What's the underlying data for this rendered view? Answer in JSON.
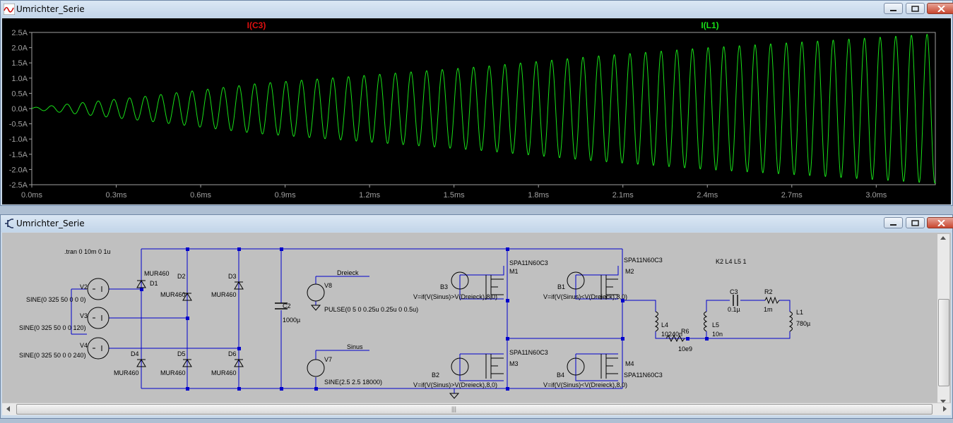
{
  "waveform_window": {
    "title": "Umrichter_Serie",
    "trace_labels": [
      {
        "text": "I(C3)",
        "color": "#e01010"
      },
      {
        "text": "I(L1)",
        "color": "#18e018"
      }
    ],
    "y_ticks": [
      "2.5A",
      "2.0A",
      "1.5A",
      "1.0A",
      "0.5A",
      "0.0A",
      "-0.5A",
      "-1.0A",
      "-1.5A",
      "-2.0A",
      "-2.5A"
    ],
    "x_ticks": [
      "0.0ms",
      "0.3ms",
      "0.6ms",
      "0.9ms",
      "1.2ms",
      "1.5ms",
      "1.8ms",
      "2.1ms",
      "2.4ms",
      "2.7ms",
      "3.0ms"
    ]
  },
  "schematic_window": {
    "title": "Umrichter_Serie",
    "directive_tran": ".tran 0 10m 0 1u",
    "directive_k": "K2 L4 L5 1",
    "labels": {
      "V2": "V2",
      "V2_val": "SINE(0 325 50 0 0 0)",
      "V3": "V3",
      "V3_val": "SINE(0 325 50 0 0 120)",
      "V4": "V4",
      "V4_val": "SINE(0 325 50 0 0 240)",
      "D1": "D1",
      "D1_model": "MUR460",
      "D2": "D2",
      "D2_model": "MUR460",
      "D3": "D3",
      "D3_model": "MUR460",
      "D4": "D4",
      "D4_model": "MUR460",
      "D5": "D5",
      "D5_model": "MUR460",
      "D6": "D6",
      "D6_model": "MUR460",
      "C2": "C2",
      "C2_val": "1000µ",
      "V8": "V8",
      "V8_val": "PULSE(0 5 0 0.25u 0.25u 0 0.5u)",
      "net_dreieck": "Dreieck",
      "V7": "V7",
      "V7_val": "SINE(2.5 2.5 18000)",
      "net_sinus": "Sinus",
      "M1": "M1",
      "M1_model": "SPA11N60C3",
      "M2": "M2",
      "M2_model": "SPA11N60C3",
      "M3": "M3",
      "M3_model": "SPA11N60C3",
      "M4": "M4",
      "M4_model": "SPA11N60C3",
      "B1": "B1",
      "B1_val": "V=if(V(Sinus)<V(Dreieck),8,0)",
      "B2": "B2",
      "B2_val": "V=if(V(Sinus)>V(Dreieck),8,0)",
      "B3": "B3",
      "B3_val": "V=if(V(Sinus)>V(Dreieck),8,0)",
      "B4": "B4",
      "B4_val": "V=if(V(Sinus)<V(Dreieck),8,0)",
      "L4": "L4",
      "L4_val": "10240n",
      "L5": "L5",
      "L5_val": "10n",
      "R6": "R6",
      "R6_val": "10e9",
      "C3": "C3",
      "C3_val": "0.1µ",
      "R2": "R2",
      "R2_val": "1m",
      "L1": "L1",
      "L1_val": "780µ"
    }
  },
  "colors": {
    "plot_bg": "#000000",
    "grid_axis": "#a0a0a0",
    "trace": "#18e018",
    "wire": "#0000cc",
    "schematic_bg": "#c0c0c0"
  },
  "chart_data": {
    "type": "line",
    "title": "",
    "xlabel": "",
    "ylabel": "",
    "x_unit": "ms",
    "y_unit": "A",
    "xlim": [
      0,
      3.21
    ],
    "ylim": [
      -2.5,
      2.5
    ],
    "series": [
      {
        "name": "I(L1)",
        "frequency_kHz": 18,
        "envelope_ms": [
          0,
          0.4,
          0.8,
          1.2,
          1.6,
          2.0,
          2.4,
          2.8,
          3.2
        ],
        "envelope_amp_A": [
          0.03,
          0.4,
          0.82,
          1.1,
          1.38,
          1.72,
          2.0,
          2.22,
          2.45
        ]
      }
    ]
  }
}
